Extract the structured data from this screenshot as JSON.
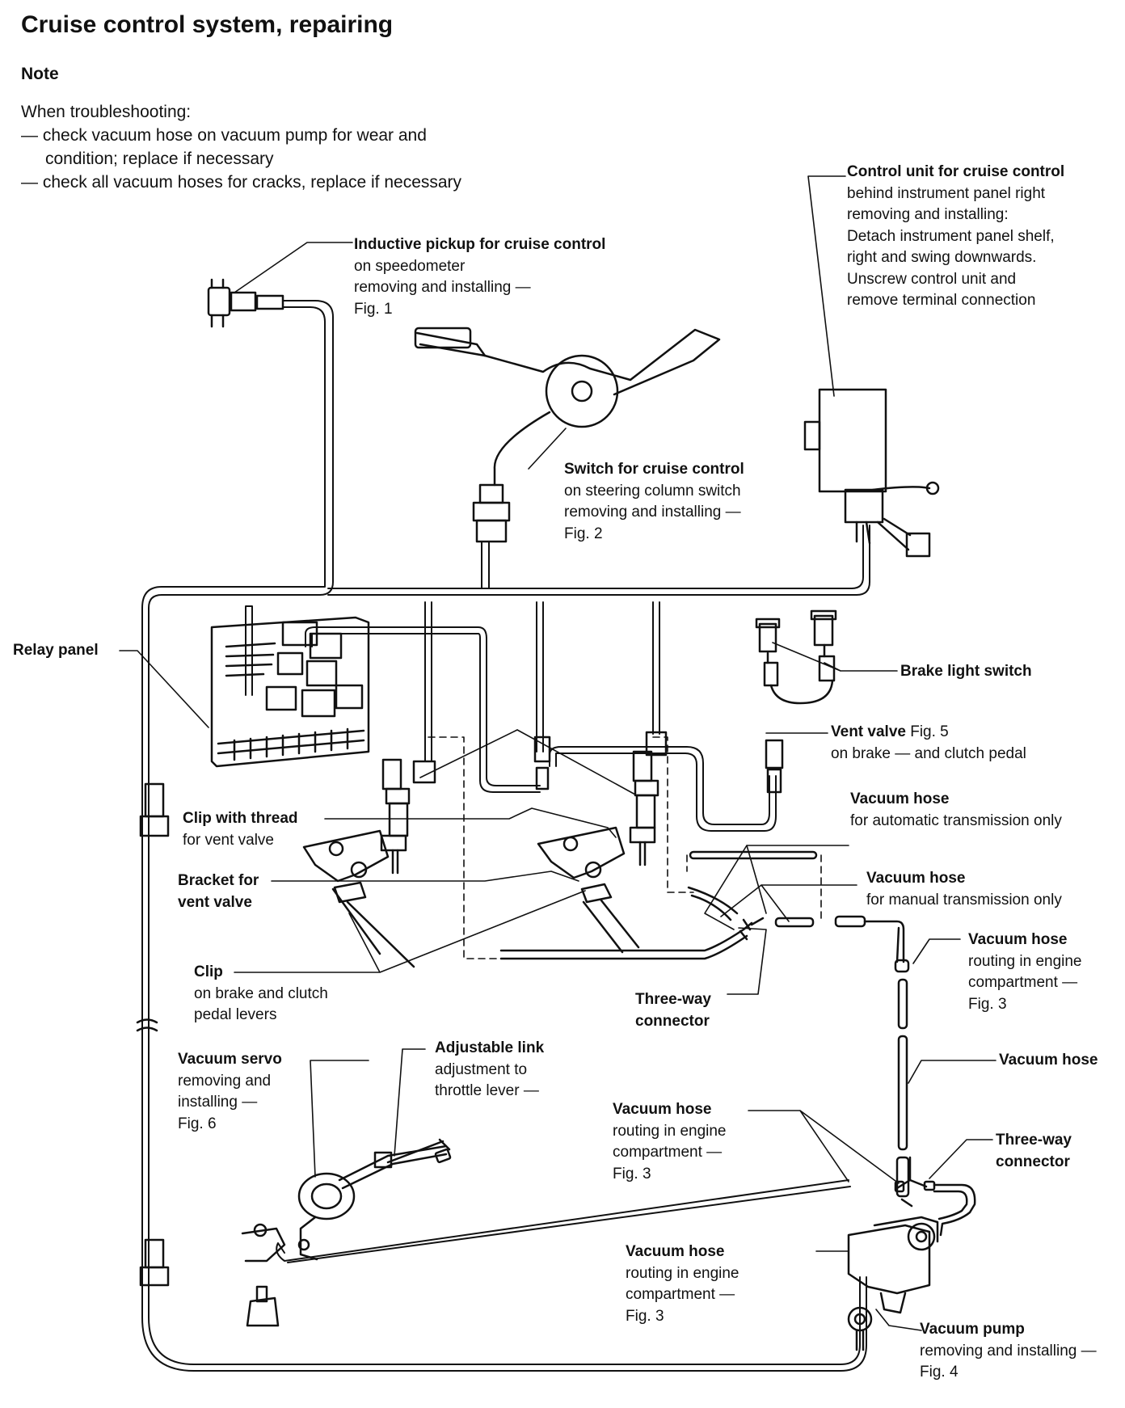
{
  "title": "Cruise control system, repairing",
  "note": {
    "heading": "Note",
    "intro": "When troubleshooting:",
    "items": [
      "— check vacuum hose on vacuum pump for wear and condition; replace if necessary",
      "— check all vacuum hoses for cracks, replace if necessary"
    ]
  },
  "callouts": {
    "inductive_pickup": {
      "title": "Inductive pickup for cruise control",
      "lines": [
        "on speedometer",
        "removing and installing —",
        "Fig. 1"
      ]
    },
    "control_unit": {
      "title": "Control unit for cruise control",
      "lines": [
        "behind instrument panel right",
        "removing and installing:",
        "Detach instrument panel shelf,",
        "right and swing downwards.",
        "Unscrew control unit and",
        "remove terminal connection"
      ]
    },
    "cruise_switch": {
      "title": "Switch for cruise control",
      "lines": [
        "on steering column switch",
        "removing and installing —",
        "Fig. 2"
      ]
    },
    "relay_panel": {
      "title": "Relay panel"
    },
    "brake_light_switch": {
      "title": "Brake light switch"
    },
    "vent_valve": {
      "title": "Vent valve",
      "title_suffix": "Fig. 5",
      "lines": [
        "on brake — and clutch pedal"
      ]
    },
    "vacuum_hose_auto": {
      "title": "Vacuum hose",
      "lines": [
        "for automatic transmission only"
      ]
    },
    "clip_thread": {
      "title": "Clip with thread",
      "lines": [
        "for vent valve"
      ]
    },
    "vacuum_hose_manual": {
      "title": "Vacuum hose",
      "lines": [
        "for manual transmission only"
      ]
    },
    "bracket": {
      "title_lines": [
        "Bracket for",
        "vent valve"
      ]
    },
    "vacuum_hose_engine_1": {
      "title": "Vacuum hose",
      "lines": [
        "routing in engine",
        "compartment —",
        "Fig. 3"
      ]
    },
    "clip_pedal": {
      "title": "Clip",
      "lines": [
        "on brake and clutch",
        "pedal levers"
      ]
    },
    "three_way_1": {
      "title_lines": [
        "Three-way",
        "connector"
      ]
    },
    "vacuum_hose_plain": {
      "title": "Vacuum hose"
    },
    "vacuum_servo": {
      "title": "Vacuum servo",
      "lines": [
        "removing and",
        "installing —",
        "Fig. 6"
      ]
    },
    "adjustable_link": {
      "title": "Adjustable link",
      "lines": [
        "adjustment to",
        "throttle lever —"
      ]
    },
    "vacuum_hose_engine_2": {
      "title": "Vacuum hose",
      "lines": [
        "routing in engine",
        "compartment —",
        "Fig. 3"
      ]
    },
    "three_way_2": {
      "title_lines": [
        "Three-way",
        "connector"
      ]
    },
    "vacuum_hose_engine_3": {
      "title": "Vacuum hose",
      "lines": [
        "routing in engine",
        "compartment —",
        "Fig. 3"
      ]
    },
    "vacuum_pump": {
      "title": "Vacuum pump",
      "lines": [
        "removing and installing —",
        "Fig. 4"
      ]
    }
  }
}
